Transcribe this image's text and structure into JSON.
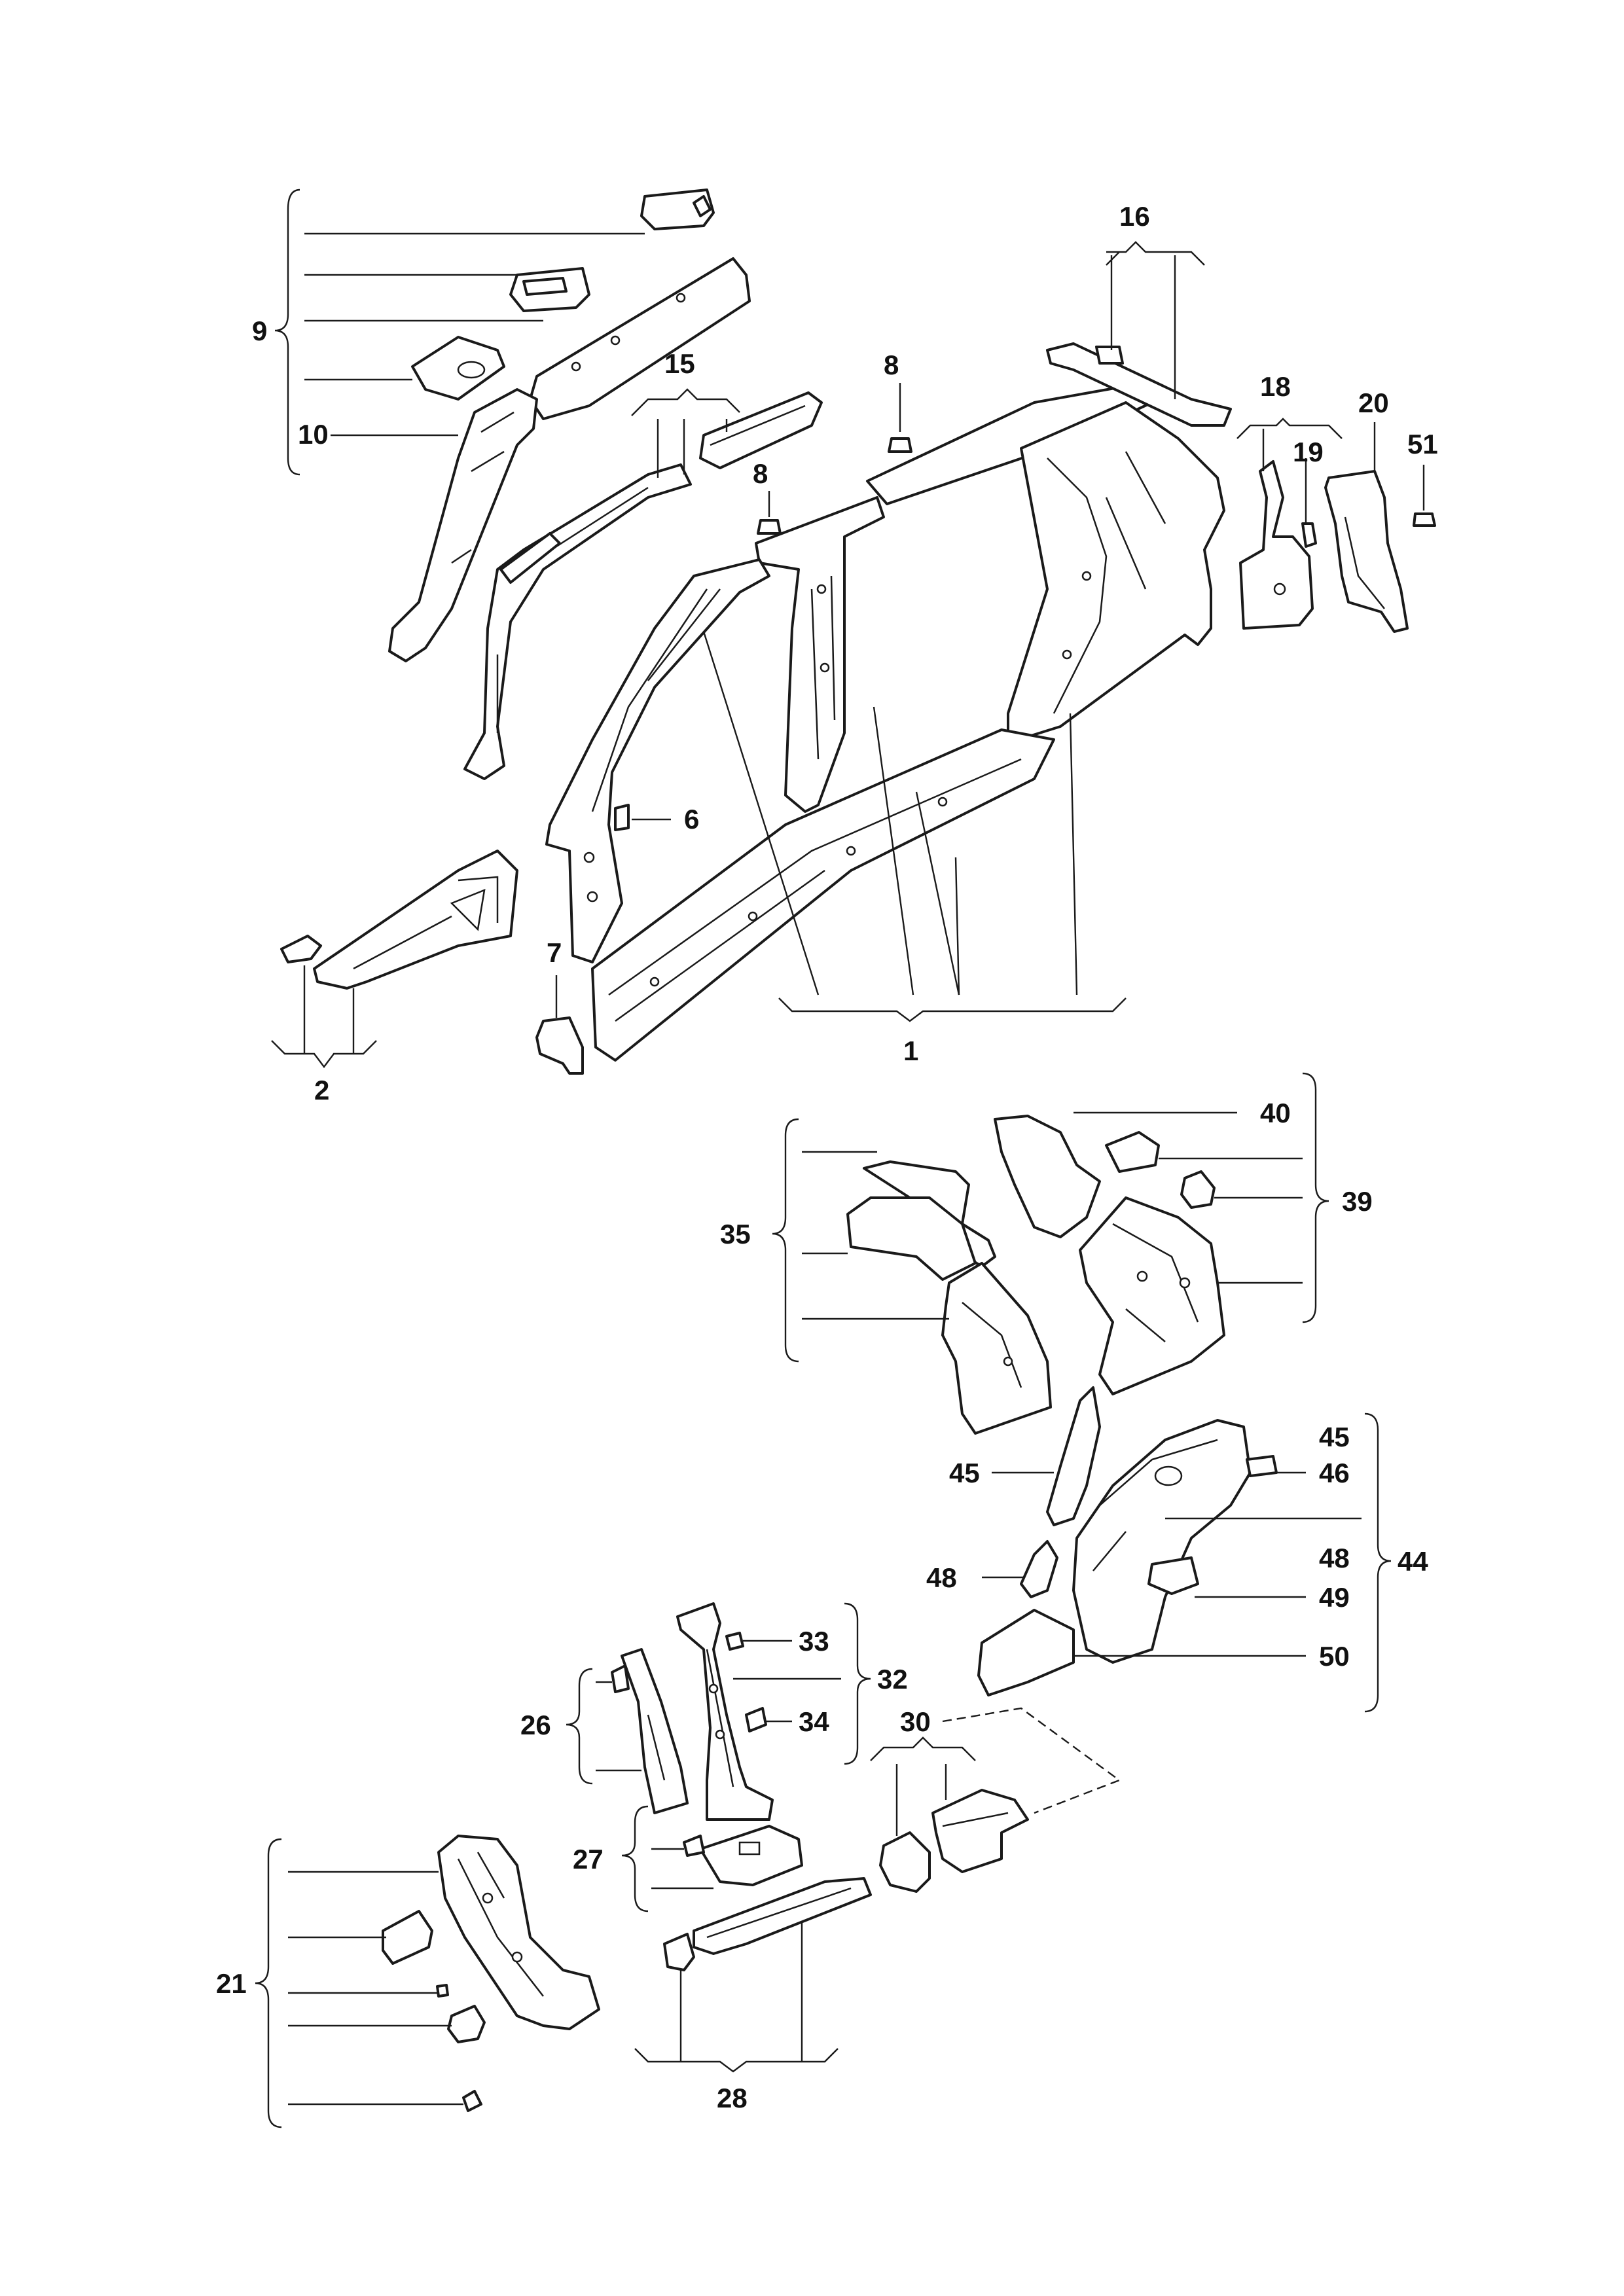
{
  "diagram": {
    "labels": {
      "p1": "1",
      "p2": "2",
      "p6": "6",
      "p7": "7",
      "p8a": "8",
      "p8b": "8",
      "p9": "9",
      "p10": "10",
      "p15": "15",
      "p16": "16",
      "p18": "18",
      "p19": "19",
      "p20": "20",
      "p51": "51",
      "p35": "35",
      "p39": "39",
      "p40": "40",
      "p44": "44",
      "p45a": "45",
      "p45b": "45",
      "p46": "46",
      "p48a": "48",
      "p48b": "48",
      "p49": "49",
      "p50": "50",
      "p26": "26",
      "p27": "27",
      "p28": "28",
      "p30": "30",
      "p32": "32",
      "p33": "33",
      "p34": "34",
      "p21": "21"
    }
  }
}
